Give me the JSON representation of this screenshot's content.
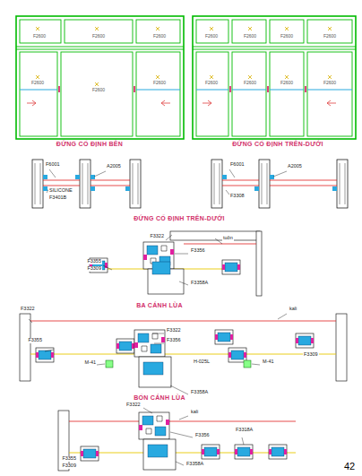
{
  "diagram": {
    "labels": [
      "F2600",
      "F2600",
      "F2600",
      "F2600",
      "F2600",
      "F2600",
      "F2600",
      "F2600",
      "F2600",
      "F2600",
      "F2600",
      "F2600",
      "F2600",
      "F2600",
      "ĐỨNG CỐ ĐỊNH BÊN",
      "ĐỨNG CỐ ĐỊNH TRÊN-DƯỚI",
      "F6001",
      "A2005",
      "SILICONE",
      "F3401B",
      "F6001",
      "A2005",
      "F3308",
      "ĐỨNG CỐ ĐỊNH TRÊN-DƯỚI",
      "F3322",
      "tuôn",
      "F3356",
      "F3355",
      "F3309",
      "F3358A",
      "BA CÁNH LÙA",
      "F3322",
      "kali",
      "F3322",
      "F3356",
      "F3355",
      "F3309",
      "M-41",
      "H-025L",
      "M-41",
      "F3358A",
      "BỐN CÁNH LÙA",
      "F3322",
      "F3356",
      "kali",
      "F3355",
      "F3309",
      "F3318A",
      "F3358A",
      "42"
    ]
  }
}
